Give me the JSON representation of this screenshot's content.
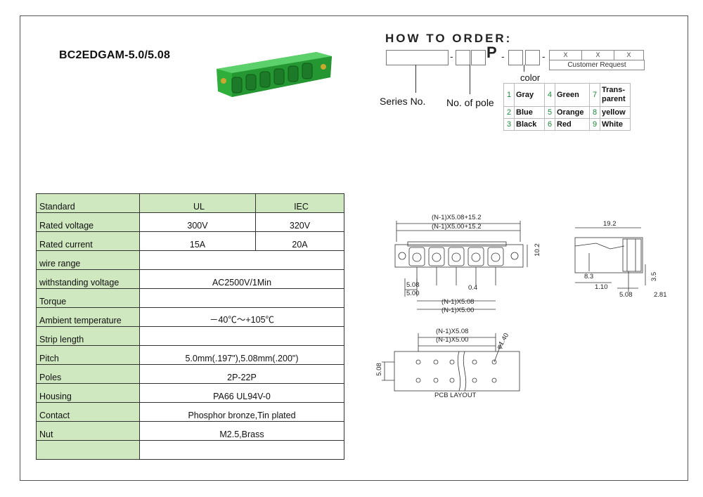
{
  "product": {
    "title": "BC2EDGAM-5.0/5.08"
  },
  "how_to_order": {
    "heading": "HOW TO ORDER:",
    "dash1": "-",
    "dash2": "-",
    "p_letter": "P",
    "x_marks": [
      "X",
      "X",
      "X"
    ],
    "customer_request": "Customer Request",
    "series_label": "Series No.",
    "pole_label": "No. of pole",
    "color_label": "color",
    "colors": [
      [
        {
          "n": "1",
          "name": "Gray"
        },
        {
          "n": "4",
          "name": "Green"
        },
        {
          "n": "7",
          "name": "Trans-parent"
        }
      ],
      [
        {
          "n": "2",
          "name": "Blue"
        },
        {
          "n": "5",
          "name": "Orange"
        },
        {
          "n": "8",
          "name": "yellow"
        }
      ],
      [
        {
          "n": "3",
          "name": "Black"
        },
        {
          "n": "6",
          "name": "Red"
        },
        {
          "n": "9",
          "name": "White"
        }
      ]
    ]
  },
  "specs": {
    "header": {
      "label": "Standard",
      "col1": "UL",
      "col2": "IEC"
    },
    "rows": [
      {
        "label": "Rated voltage",
        "ul": "300V",
        "iec": "320V"
      },
      {
        "label": "Rated current",
        "ul": "15A",
        "iec": "20A"
      },
      {
        "label": "wire range",
        "value": ""
      },
      {
        "label": "withstanding voltage",
        "value": "AC2500V/1Min"
      },
      {
        "label": "Torque",
        "value": ""
      },
      {
        "label": "Ambient temperature",
        "value": "－40℃～+105℃"
      },
      {
        "label": "Strip length",
        "value": ""
      },
      {
        "label": "Pitch",
        "value": "5.0mm(.197\"),5.08mm(.200\")"
      },
      {
        "label": "Poles",
        "value": "2P-22P"
      },
      {
        "label": "Housing",
        "value": "PA66 UL94V-0"
      },
      {
        "label": "Contact",
        "value": "Phosphor bronze,Tin plated"
      },
      {
        "label": "Nut",
        "value": "M2.5,Brass"
      },
      {
        "label": "",
        "value": ""
      }
    ]
  },
  "drawings": {
    "front": {
      "top_dim1": "(N-1)X5.08+15.2",
      "top_dim2": "(N-1)X5.00+15.2",
      "height": "10.2",
      "left1": "5.08",
      "left2": "5.00",
      "pin": "0.4",
      "bot1": "(N-1)X5.08",
      "bot2": "(N-1)X5.00"
    },
    "side": {
      "width": "19.2",
      "d1": "8.3",
      "d2": "1.10",
      "d3": "3.5",
      "d4": "5.08",
      "d5": "2.81"
    },
    "pcb": {
      "top1": "(N-1)X5.08",
      "top2": "(N-1)X5.00",
      "hole": "φ1.40",
      "side": "5.08",
      "caption": "PCB LAYOUT"
    }
  },
  "colors": {
    "accent_green": "#cfe8c0",
    "connector_green": "#2fae3c"
  }
}
